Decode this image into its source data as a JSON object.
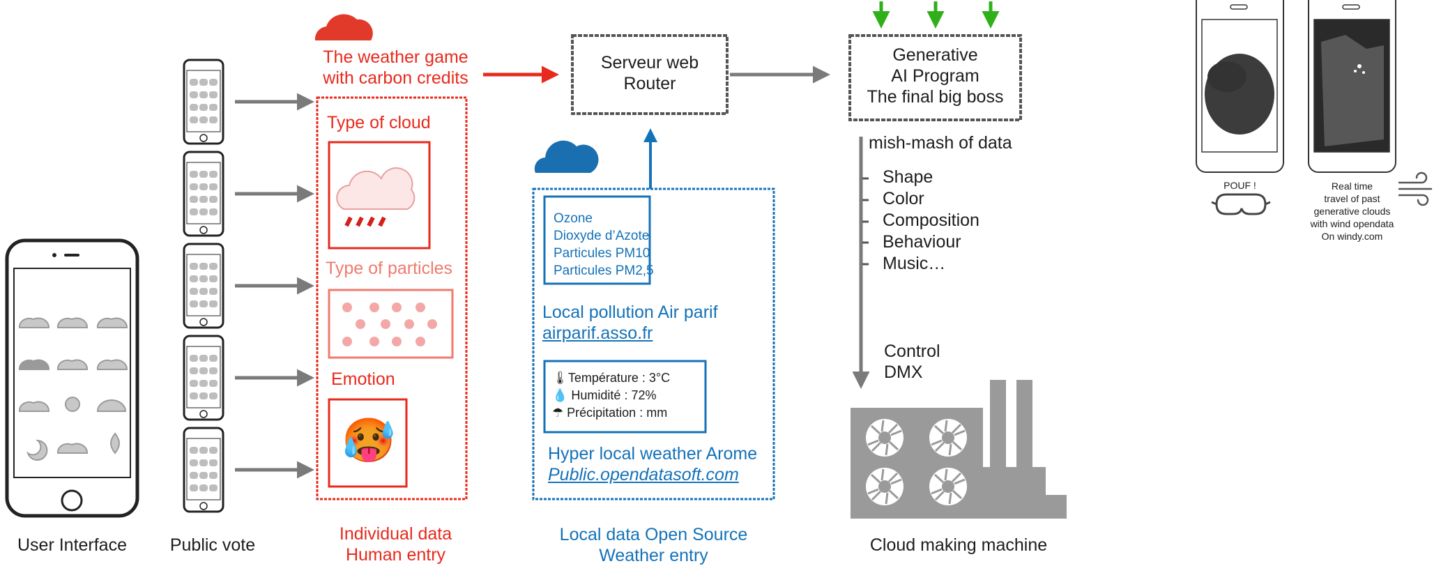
{
  "columns": {
    "user_interface": "User Interface",
    "public_vote": "Public vote",
    "individual_data": [
      "Individual data",
      "Human entry"
    ],
    "local_data": [
      "Local data Open Source",
      "Weather entry"
    ],
    "cloud_machine": "Cloud making machine"
  },
  "weather_game": [
    "The weather game",
    "with carbon credits"
  ],
  "human_box": {
    "type_of_cloud": "Type of cloud",
    "type_of_particles": "Type of particles",
    "emotion": "Emotion",
    "emotion_emoji": "🥵"
  },
  "server_box": [
    "Serveur web",
    "Router"
  ],
  "ai_box": [
    "Generative",
    "AI Program",
    "The final big boss"
  ],
  "pollution": {
    "items": [
      "Ozone",
      "Dioxyde d’Azote",
      "Particules PM10",
      "Particules PM2,5"
    ],
    "title": "Local pollution Air parif",
    "link": "airparif.asso.fr"
  },
  "weather": {
    "items": [
      "Température : 3°C",
      "Humidité : 72%",
      "Précipitation : mm"
    ],
    "item_icons": [
      "thermometer-icon",
      "drop-icon",
      "umbrella-icon"
    ],
    "title": "Hyper local weather Arome",
    "link": "Public.opendatasoft.com"
  },
  "data_list": {
    "title": "mish-mash of data",
    "items": [
      "Shape",
      "Color",
      "Composition",
      "Behaviour",
      "Music…"
    ]
  },
  "control": [
    "Control",
    "DMX"
  ],
  "phones": {
    "left_caption": "POUF !",
    "right_caption": [
      "Real time",
      "travel of past",
      "generative clouds",
      "with wind opendata",
      "On windy.com"
    ]
  },
  "icons": [
    "red-cloud-icon",
    "blue-cloud-icon",
    "rain-cloud-icon",
    "vr-goggles-icon",
    "wind-icon",
    "factory-icon"
  ],
  "colors": {
    "human": "#e8291c",
    "particles": "#f07a6e",
    "opendata": "#1472b8",
    "arrows_gray": "#777777",
    "arrows_green": "#2fb01a",
    "factory": "#9a9a9a"
  }
}
